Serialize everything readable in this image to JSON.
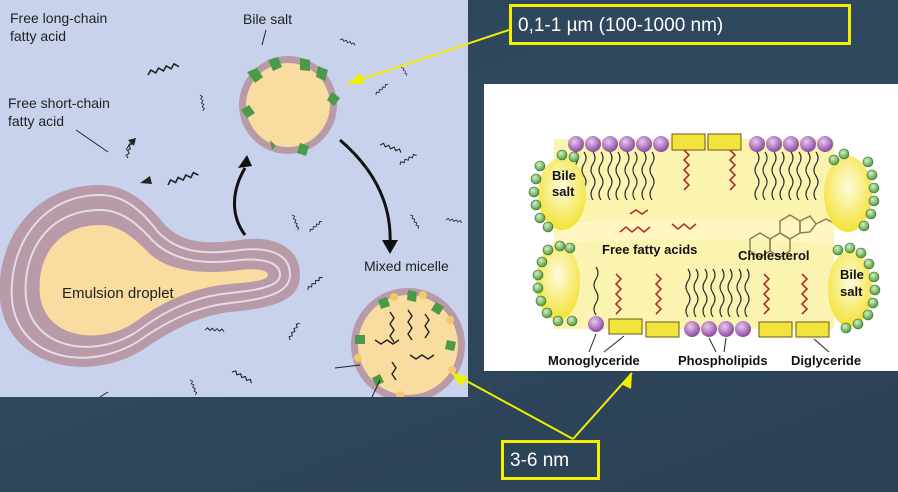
{
  "left_diagram": {
    "labels": {
      "free_long_chain": [
        "Free long-chain",
        "fatty acid"
      ],
      "free_short_chain": [
        "Free short-chain",
        "fatty acid"
      ],
      "bile_salt": "Bile salt",
      "emulsion_droplet": "Emulsion droplet",
      "mixed_micelle": "Mixed micelle"
    }
  },
  "right_diagram": {
    "labels": {
      "bile_salt_left": [
        "Bile",
        "salt"
      ],
      "bile_salt_right": [
        "Bile",
        "salt"
      ],
      "free_fatty_acids": "Free fatty acids",
      "cholesterol": "Cholesterol",
      "monoglyceride": "Monoglyceride",
      "phospholipids": "Phospholipids",
      "diglyceride": "Diglyceride"
    }
  },
  "callouts": {
    "size_large": "0,1-1 µm  (100-1000 nm)",
    "size_small": "3-6 nm"
  },
  "colors": {
    "callout_border": "#f0f000",
    "background": "#2d4459",
    "droplet_fill": "#f9dca0",
    "droplet_ring": "#b89aa8",
    "bile_salt_green": "#4a9a4a",
    "phospholipid_head": "#9a5cb0",
    "glyceride_block": "#f2e43c",
    "fatty_acid_chain": "#b0302a"
  }
}
